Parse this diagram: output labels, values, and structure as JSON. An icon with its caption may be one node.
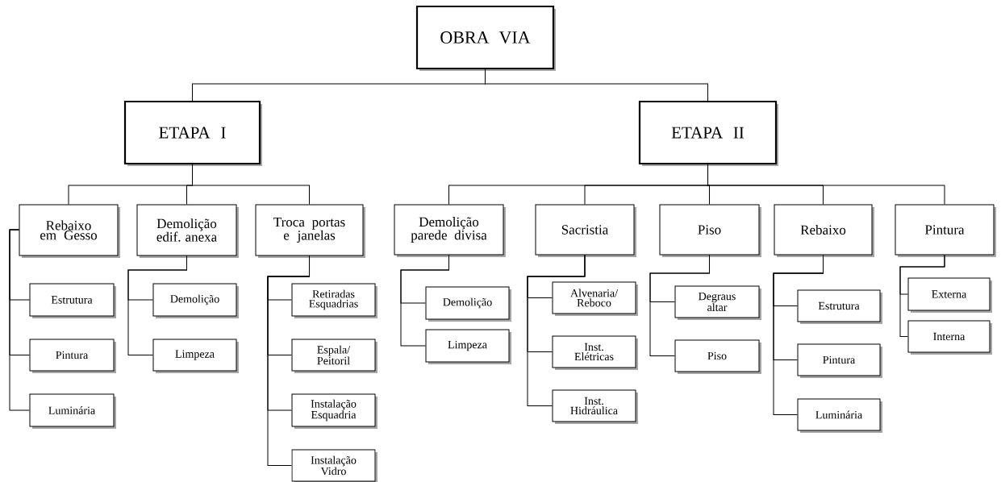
{
  "diagram": {
    "nodes": [
      {
        "text": [
          "OBRA VIA"
        ]
      },
      {
        "text": [
          "ETAPA I"
        ]
      },
      {
        "text": [
          "ETAPA II"
        ]
      },
      {
        "text": [
          "Rebaixo em Gesso"
        ]
      },
      {
        "text": [
          "Estrutura"
        ]
      },
      {
        "text": [
          "Pintura"
        ]
      },
      {
        "text": [
          "Luminária"
        ]
      },
      {
        "text": [
          "Demolição edif. anexa"
        ]
      },
      {
        "text": [
          "Demolição"
        ]
      },
      {
        "text": [
          "Limpeza"
        ]
      },
      {
        "text": [
          "Troca portas e janelas"
        ]
      },
      {
        "text": [
          "Retiradas Esquadrias"
        ]
      },
      {
        "text": [
          "Espala/ Peitoril"
        ]
      },
      {
        "text": [
          "Instalação Esquadria"
        ]
      },
      {
        "text": [
          "Instalação Vidro"
        ]
      },
      {
        "text": [
          "Demolição parede divisa"
        ]
      },
      {
        "text": [
          "Demolição"
        ]
      },
      {
        "text": [
          "Limpeza"
        ]
      },
      {
        "text": [
          "Sacristia"
        ]
      },
      {
        "text": [
          "Alvenaria/ Reboco"
        ]
      },
      {
        "text": [
          "Inst. Elétricas"
        ]
      },
      {
        "text": [
          "Inst. Hidráulica"
        ]
      },
      {
        "text": [
          "Piso"
        ]
      },
      {
        "text": [
          "Degraus altar"
        ]
      },
      {
        "text": [
          "Piso"
        ]
      },
      {
        "text": [
          "Rebaixo"
        ]
      },
      {
        "text": [
          "Estrutura"
        ]
      },
      {
        "text": [
          "Pintura"
        ]
      },
      {
        "text": [
          "Luminária"
        ]
      },
      {
        "text": [
          "Pintura"
        ]
      },
      {
        "text": [
          "Externa"
        ]
      },
      {
        "text": [
          "Interna"
        ]
      }
    ],
    "edges": [
      {
        "from": 0,
        "to": 1,
        "arrow": "none"
      },
      {
        "from": 0,
        "to": 2,
        "arrow": "none"
      },
      {
        "from": 1,
        "to": 3,
        "arrow": "none"
      },
      {
        "from": 1,
        "to": 7,
        "arrow": "none"
      },
      {
        "from": 1,
        "to": 10,
        "arrow": "none"
      },
      {
        "from": 3,
        "to": 4,
        "arrow": "none"
      },
      {
        "from": 3,
        "to": 5,
        "arrow": "none"
      },
      {
        "from": 3,
        "to": 6,
        "arrow": "none"
      },
      {
        "from": 7,
        "to": 8,
        "arrow": "none"
      },
      {
        "from": 7,
        "to": 9,
        "arrow": "none"
      },
      {
        "from": 10,
        "to": 11,
        "arrow": "none"
      },
      {
        "from": 10,
        "to": 12,
        "arrow": "none"
      },
      {
        "from": 10,
        "to": 13,
        "arrow": "none"
      },
      {
        "from": 10,
        "to": 14,
        "arrow": "none"
      },
      {
        "from": 2,
        "to": 15,
        "arrow": "none"
      },
      {
        "from": 2,
        "to": 18,
        "arrow": "none"
      },
      {
        "from": 2,
        "to": 22,
        "arrow": "none"
      },
      {
        "from": 2,
        "to": 25,
        "arrow": "none"
      },
      {
        "from": 2,
        "to": 29,
        "arrow": "none"
      },
      {
        "from": 15,
        "to": 16,
        "arrow": "none"
      },
      {
        "from": 15,
        "to": 17,
        "arrow": "none"
      },
      {
        "from": 18,
        "to": 19,
        "arrow": "none"
      },
      {
        "from": 18,
        "to": 20,
        "arrow": "none"
      },
      {
        "from": 18,
        "to": 21,
        "arrow": "none"
      },
      {
        "from": 22,
        "to": 23,
        "arrow": "none"
      },
      {
        "from": 22,
        "to": 24,
        "arrow": "none"
      },
      {
        "from": 25,
        "to": 26,
        "arrow": "none"
      },
      {
        "from": 25,
        "to": 27,
        "arrow": "none"
      },
      {
        "from": 25,
        "to": 28,
        "arrow": "none"
      },
      {
        "from": 29,
        "to": 30,
        "arrow": "none"
      },
      {
        "from": 29,
        "to": 31,
        "arrow": "none"
      }
    ]
  }
}
